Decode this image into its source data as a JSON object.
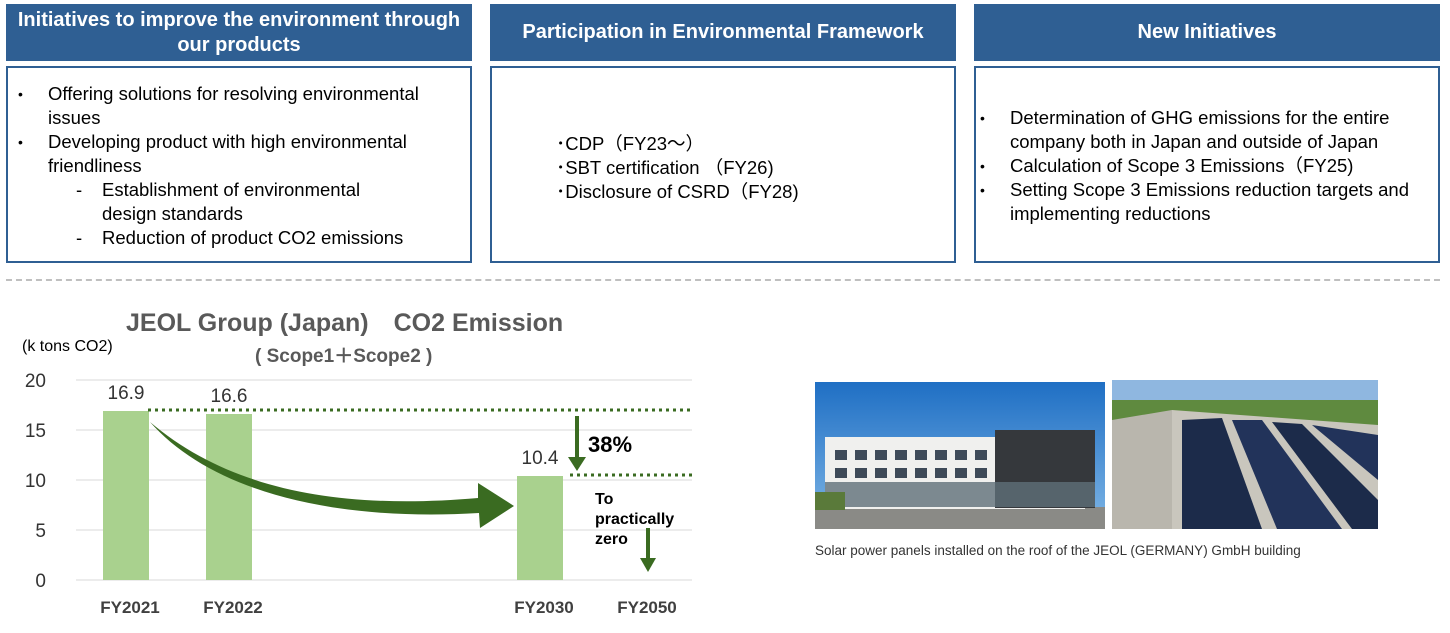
{
  "panels": [
    {
      "title": "Initiatives to improve the environment through our products",
      "items": [
        {
          "level": 1,
          "text": "Offering solutions for resolving environmental issues"
        },
        {
          "level": 1,
          "text": "Developing product with high environmental friendliness"
        },
        {
          "level": 2,
          "text": "Establishment of environmental design standards"
        },
        {
          "level": 2,
          "text": "Reduction of product CO2 emissions"
        }
      ]
    },
    {
      "title": "Participation in Environmental Framework",
      "items": [
        {
          "level": 0,
          "text": "･CDP（FY23～）"
        },
        {
          "level": 0,
          "text": "･SBT certification （FY26)"
        },
        {
          "level": 0,
          "text": "･Disclosure of CSRD（FY28)"
        }
      ]
    },
    {
      "title": "New Initiatives",
      "items": [
        {
          "level": 1,
          "text": "Determination of GHG emissions for the entire company both in Japan and outside of Japan"
        },
        {
          "level": 1,
          "text": "Calculation of Scope 3 Emissions（FY25)"
        },
        {
          "level": 1,
          "text": "Setting Scope 3 Emissions reduction targets and implementing reductions"
        }
      ]
    }
  ],
  "chart_data": {
    "type": "bar",
    "title": "JEOL Group (Japan)　CO2 Emission",
    "subtitle": "( Scope1＋Scope2 )",
    "ylabel": "(k tons CO2)",
    "categories": [
      "FY2021",
      "FY2022",
      "FY2030",
      "FY2050"
    ],
    "values": [
      16.9,
      16.6,
      10.4,
      null
    ],
    "value_labels": [
      "16.9",
      "16.6",
      "10.4",
      ""
    ],
    "ylim": [
      0,
      20
    ],
    "yticks": [
      0,
      5,
      10,
      15,
      20
    ],
    "grid": true,
    "bar_color": "#a9d18e",
    "accent_color": "#3a6b21",
    "annotations": {
      "reduction": "38%",
      "target_lines": [
        "To",
        "practically",
        "zero"
      ]
    }
  },
  "photos": {
    "left_name": "jeol-germany-building-photo",
    "right_name": "rooftop-solar-panels-photo",
    "caption": "Solar power panels installed on the roof of the JEOL (GERMANY) GmbH building"
  }
}
